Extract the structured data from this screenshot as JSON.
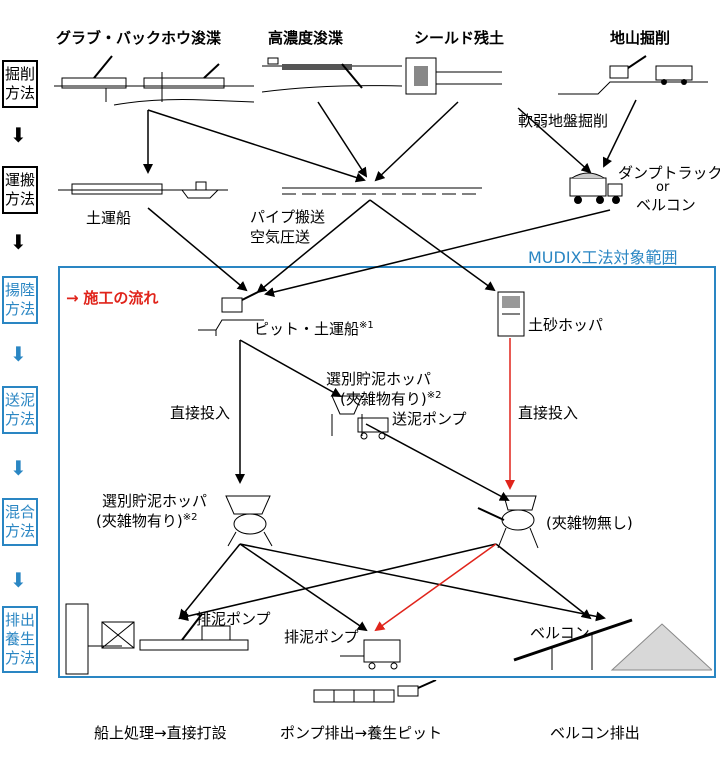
{
  "stages": [
    {
      "id": "excavation",
      "label": "掘削\n方法",
      "color": "black"
    },
    {
      "id": "transport",
      "label": "運搬\n方法",
      "color": "black"
    },
    {
      "id": "landing",
      "label": "揚陸\n方法",
      "color": "blue"
    },
    {
      "id": "sending",
      "label": "送泥\n方法",
      "color": "blue"
    },
    {
      "id": "mixing",
      "label": "混合\n方法",
      "color": "blue"
    },
    {
      "id": "discharge",
      "label": "排出\n養生\n方法",
      "color": "blue"
    }
  ],
  "headers": {
    "grab": "グラブ・バックホウ浚渫",
    "high_density": "高濃度浚渫",
    "shield": "シールド残土",
    "ground": "地山掘削"
  },
  "labels": {
    "soft_ground": "軟弱地盤掘削",
    "earth_ship": "土運船",
    "pipe": "パイプ搬送",
    "air": "空気圧送",
    "dump": "ダンプトラック",
    "or": "or",
    "belcon_top": "ベルコン",
    "pit": "ピット・土運船",
    "pit_note": "※1",
    "hopper_sel_1": "選別貯泥ホッパ",
    "hopper_sel_2": "(夾雑物有り)",
    "hopper_sel_note": "※2",
    "send_pump": "送泥ポンプ",
    "direct_left": "直接投入",
    "direct_right": "直接投入",
    "soil_hopper": "土砂ホッパ",
    "mix_sel_1": "選別貯泥ホッパ",
    "mix_sel_2": "(夾雑物有り)",
    "mix_sel_note": "※2",
    "no_foreign": "(夾雑物無し)",
    "pump_left": "排泥ポンプ",
    "pump_mid": "排泥ポンプ",
    "belcon_bottom": "ベルコン"
  },
  "scope_title": "MUDIX工法対象範囲",
  "legend": {
    "arrow": "→",
    "text": "施工の流れ",
    "color": "#e0241b"
  },
  "footer": {
    "left": "船上処理→直接打設",
    "mid": "ポンプ排出→養生ピット",
    "right": "ベルコン排出"
  },
  "colors": {
    "accent": "#2a86c3",
    "flow": "#e0241b",
    "line": "#000000"
  }
}
